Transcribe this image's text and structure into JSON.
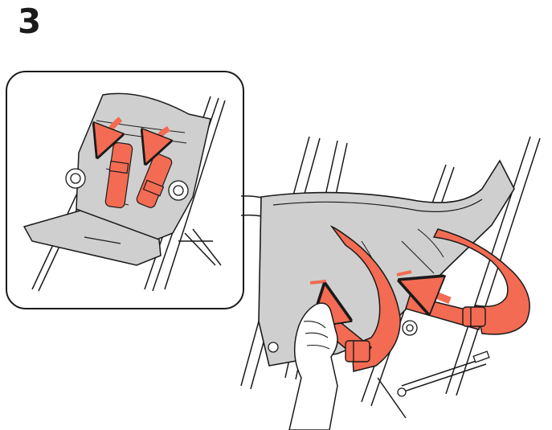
{
  "step": {
    "number": "3"
  },
  "colors": {
    "strap": "#f26b52",
    "strap_dark": "#c9442f",
    "seat_fabric": "#cfcfcf",
    "seat_shadow": "#b8b8b8",
    "outline": "#1a1a1a",
    "background": "#ffffff"
  },
  "icons": {
    "detail_view": "stroller-seat-detail-illustration",
    "main_view": "strap-threading-illustration",
    "direction_arrow": "red-arrow-icon",
    "callout_arrow": "curved-callout-arrow-icon"
  }
}
